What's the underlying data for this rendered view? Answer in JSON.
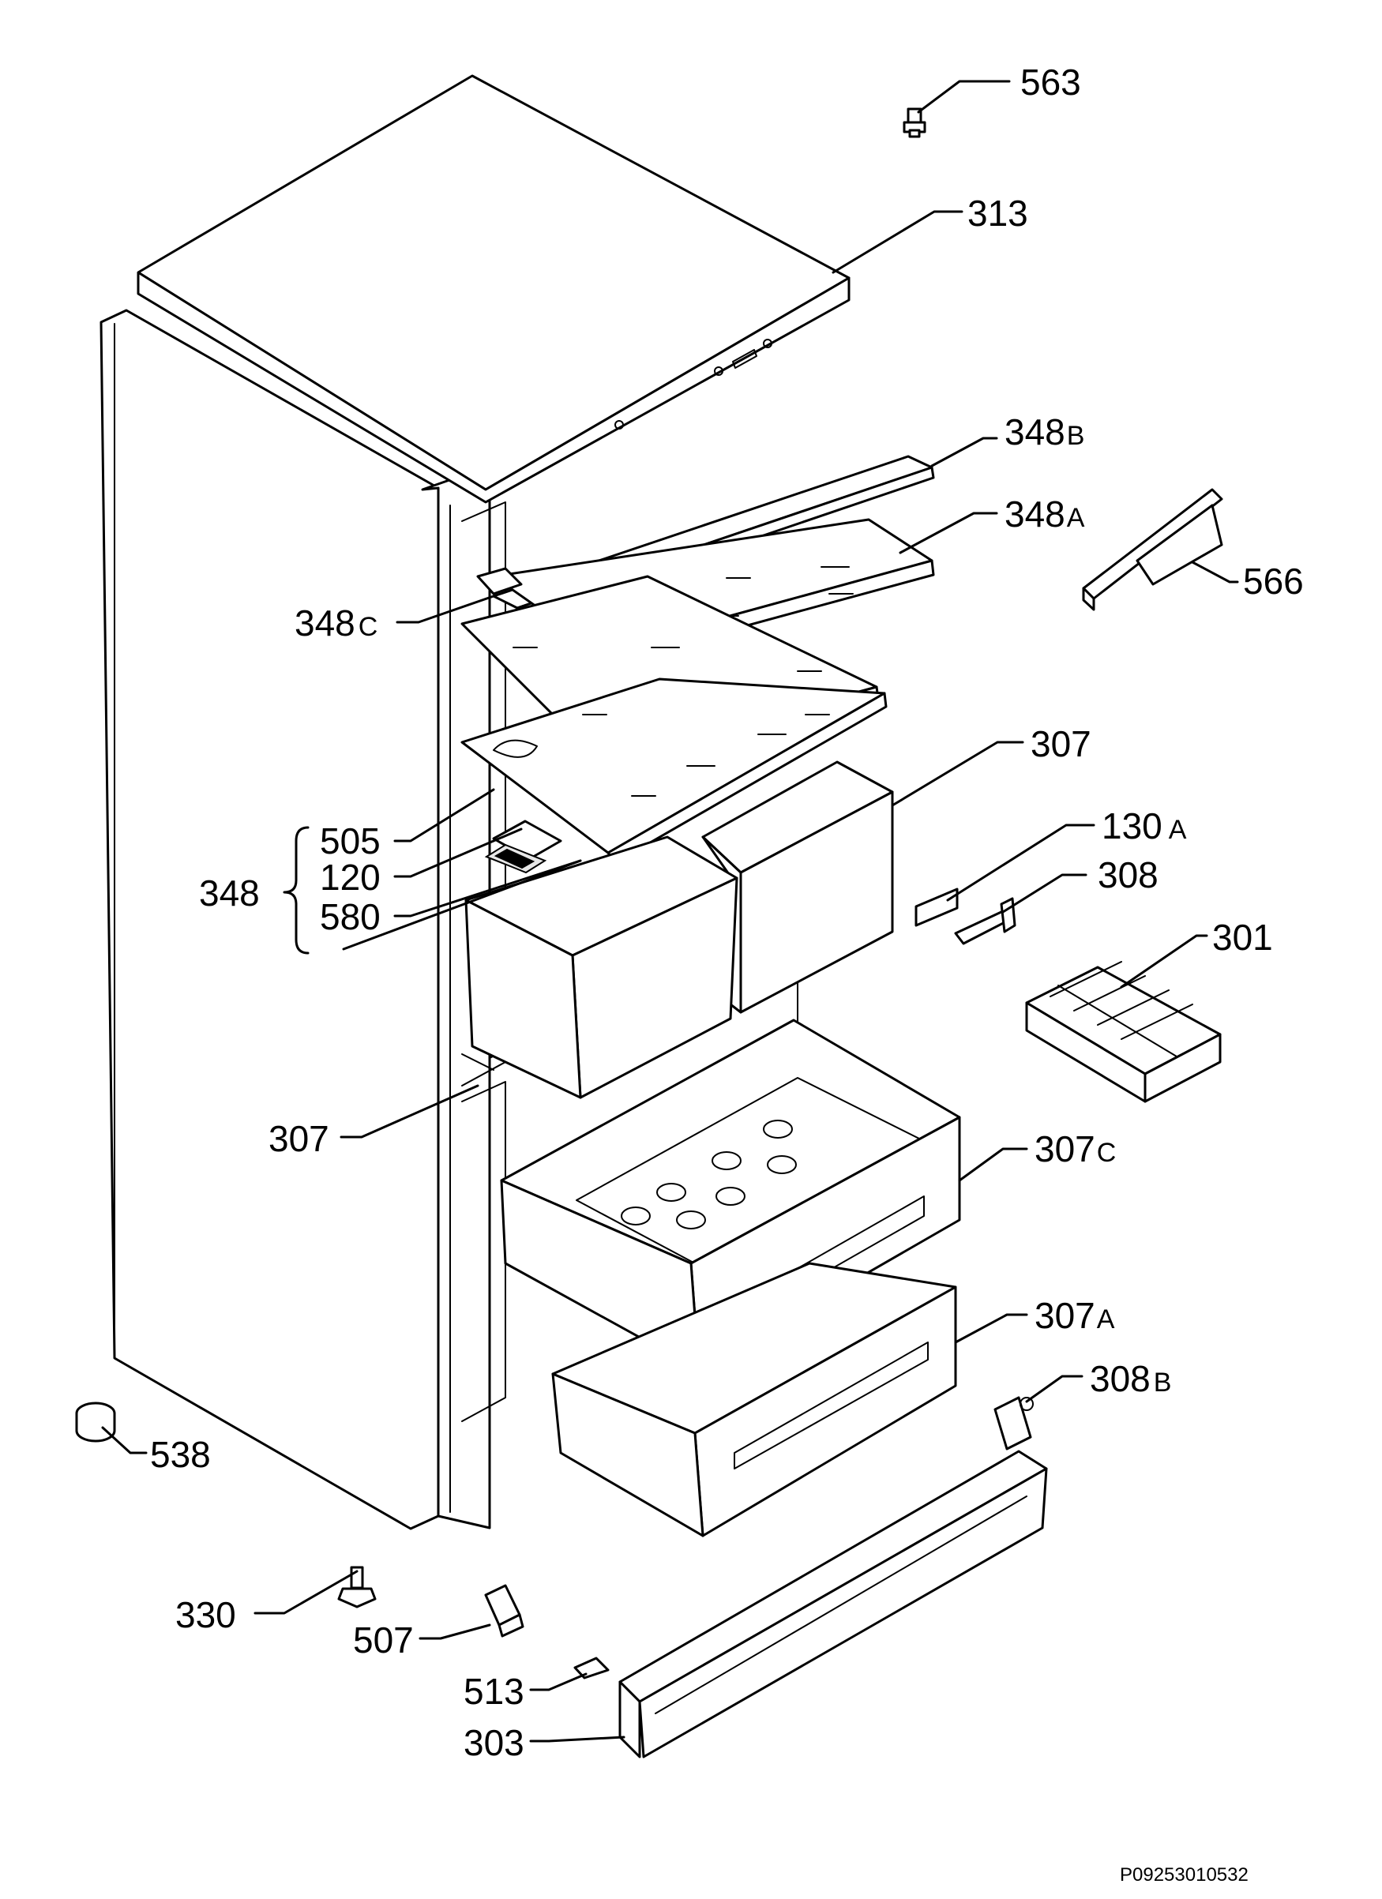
{
  "diagram": {
    "reference_code": "P09253010532",
    "labels": [
      {
        "id": "563",
        "number": "563",
        "suffix": ""
      },
      {
        "id": "313",
        "number": "313",
        "suffix": ""
      },
      {
        "id": "348B",
        "number": "348",
        "suffix": "B"
      },
      {
        "id": "348A",
        "number": "348",
        "suffix": "A"
      },
      {
        "id": "566",
        "number": "566",
        "suffix": ""
      },
      {
        "id": "348C",
        "number": "348",
        "suffix": "C"
      },
      {
        "id": "307-upper",
        "number": "307",
        "suffix": ""
      },
      {
        "id": "505",
        "number": "505",
        "suffix": ""
      },
      {
        "id": "130A",
        "number": "130",
        "suffix": "A"
      },
      {
        "id": "120",
        "number": "120",
        "suffix": ""
      },
      {
        "id": "308",
        "number": "308",
        "suffix": ""
      },
      {
        "id": "348",
        "number": "348",
        "suffix": ""
      },
      {
        "id": "580",
        "number": "580",
        "suffix": ""
      },
      {
        "id": "301",
        "number": "301",
        "suffix": ""
      },
      {
        "id": "307-lower",
        "number": "307",
        "suffix": ""
      },
      {
        "id": "307C",
        "number": "307",
        "suffix": "C"
      },
      {
        "id": "307A",
        "number": "307",
        "suffix": "A"
      },
      {
        "id": "308B",
        "number": "308",
        "suffix": "B"
      },
      {
        "id": "538",
        "number": "538",
        "suffix": ""
      },
      {
        "id": "330",
        "number": "330",
        "suffix": ""
      },
      {
        "id": "507",
        "number": "507",
        "suffix": ""
      },
      {
        "id": "513",
        "number": "513",
        "suffix": ""
      },
      {
        "id": "303",
        "number": "303",
        "suffix": ""
      }
    ]
  }
}
